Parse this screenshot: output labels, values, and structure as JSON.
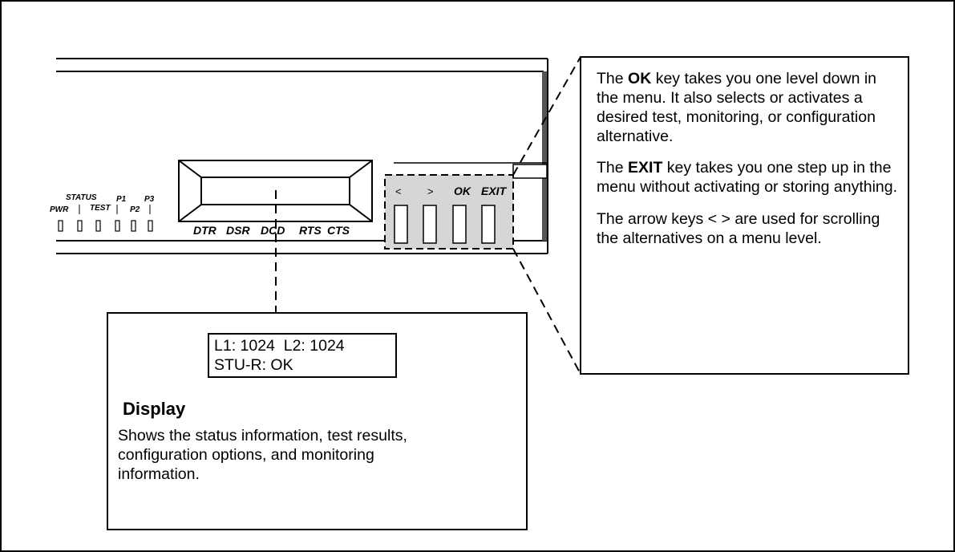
{
  "diagram": {
    "led_labels": {
      "pwr": "PWR",
      "status": "STATUS",
      "test": "TEST",
      "p1": "P1",
      "p2": "P2",
      "p3": "P3"
    },
    "signal_labels": [
      "DTR",
      "DSR",
      "DCD",
      "RTS",
      "CTS"
    ],
    "keypad": {
      "left_arrow": "<",
      "right_arrow": ">",
      "ok": "OK",
      "exit": "EXIT"
    },
    "keys_callout": {
      "ok_para": {
        "pre": "The ",
        "key": "OK",
        "post": " key takes you one level down in the menu. It also selects or activates a desired test, monitoring, or configuration alternative."
      },
      "exit_para": {
        "pre": "The ",
        "key": "EXIT",
        "post": " key takes you one step up in the menu without activating or storing anything."
      },
      "arrow_para": "The arrow keys < > are used for scrolling the alternatives on a menu level."
    },
    "display_callout": {
      "lcd_line1": "L1: 1024  L2: 1024",
      "lcd_line2": "STU-R: OK",
      "title": "Display",
      "description": "Shows the status information, test results, configuration options, and monitoring information."
    }
  }
}
